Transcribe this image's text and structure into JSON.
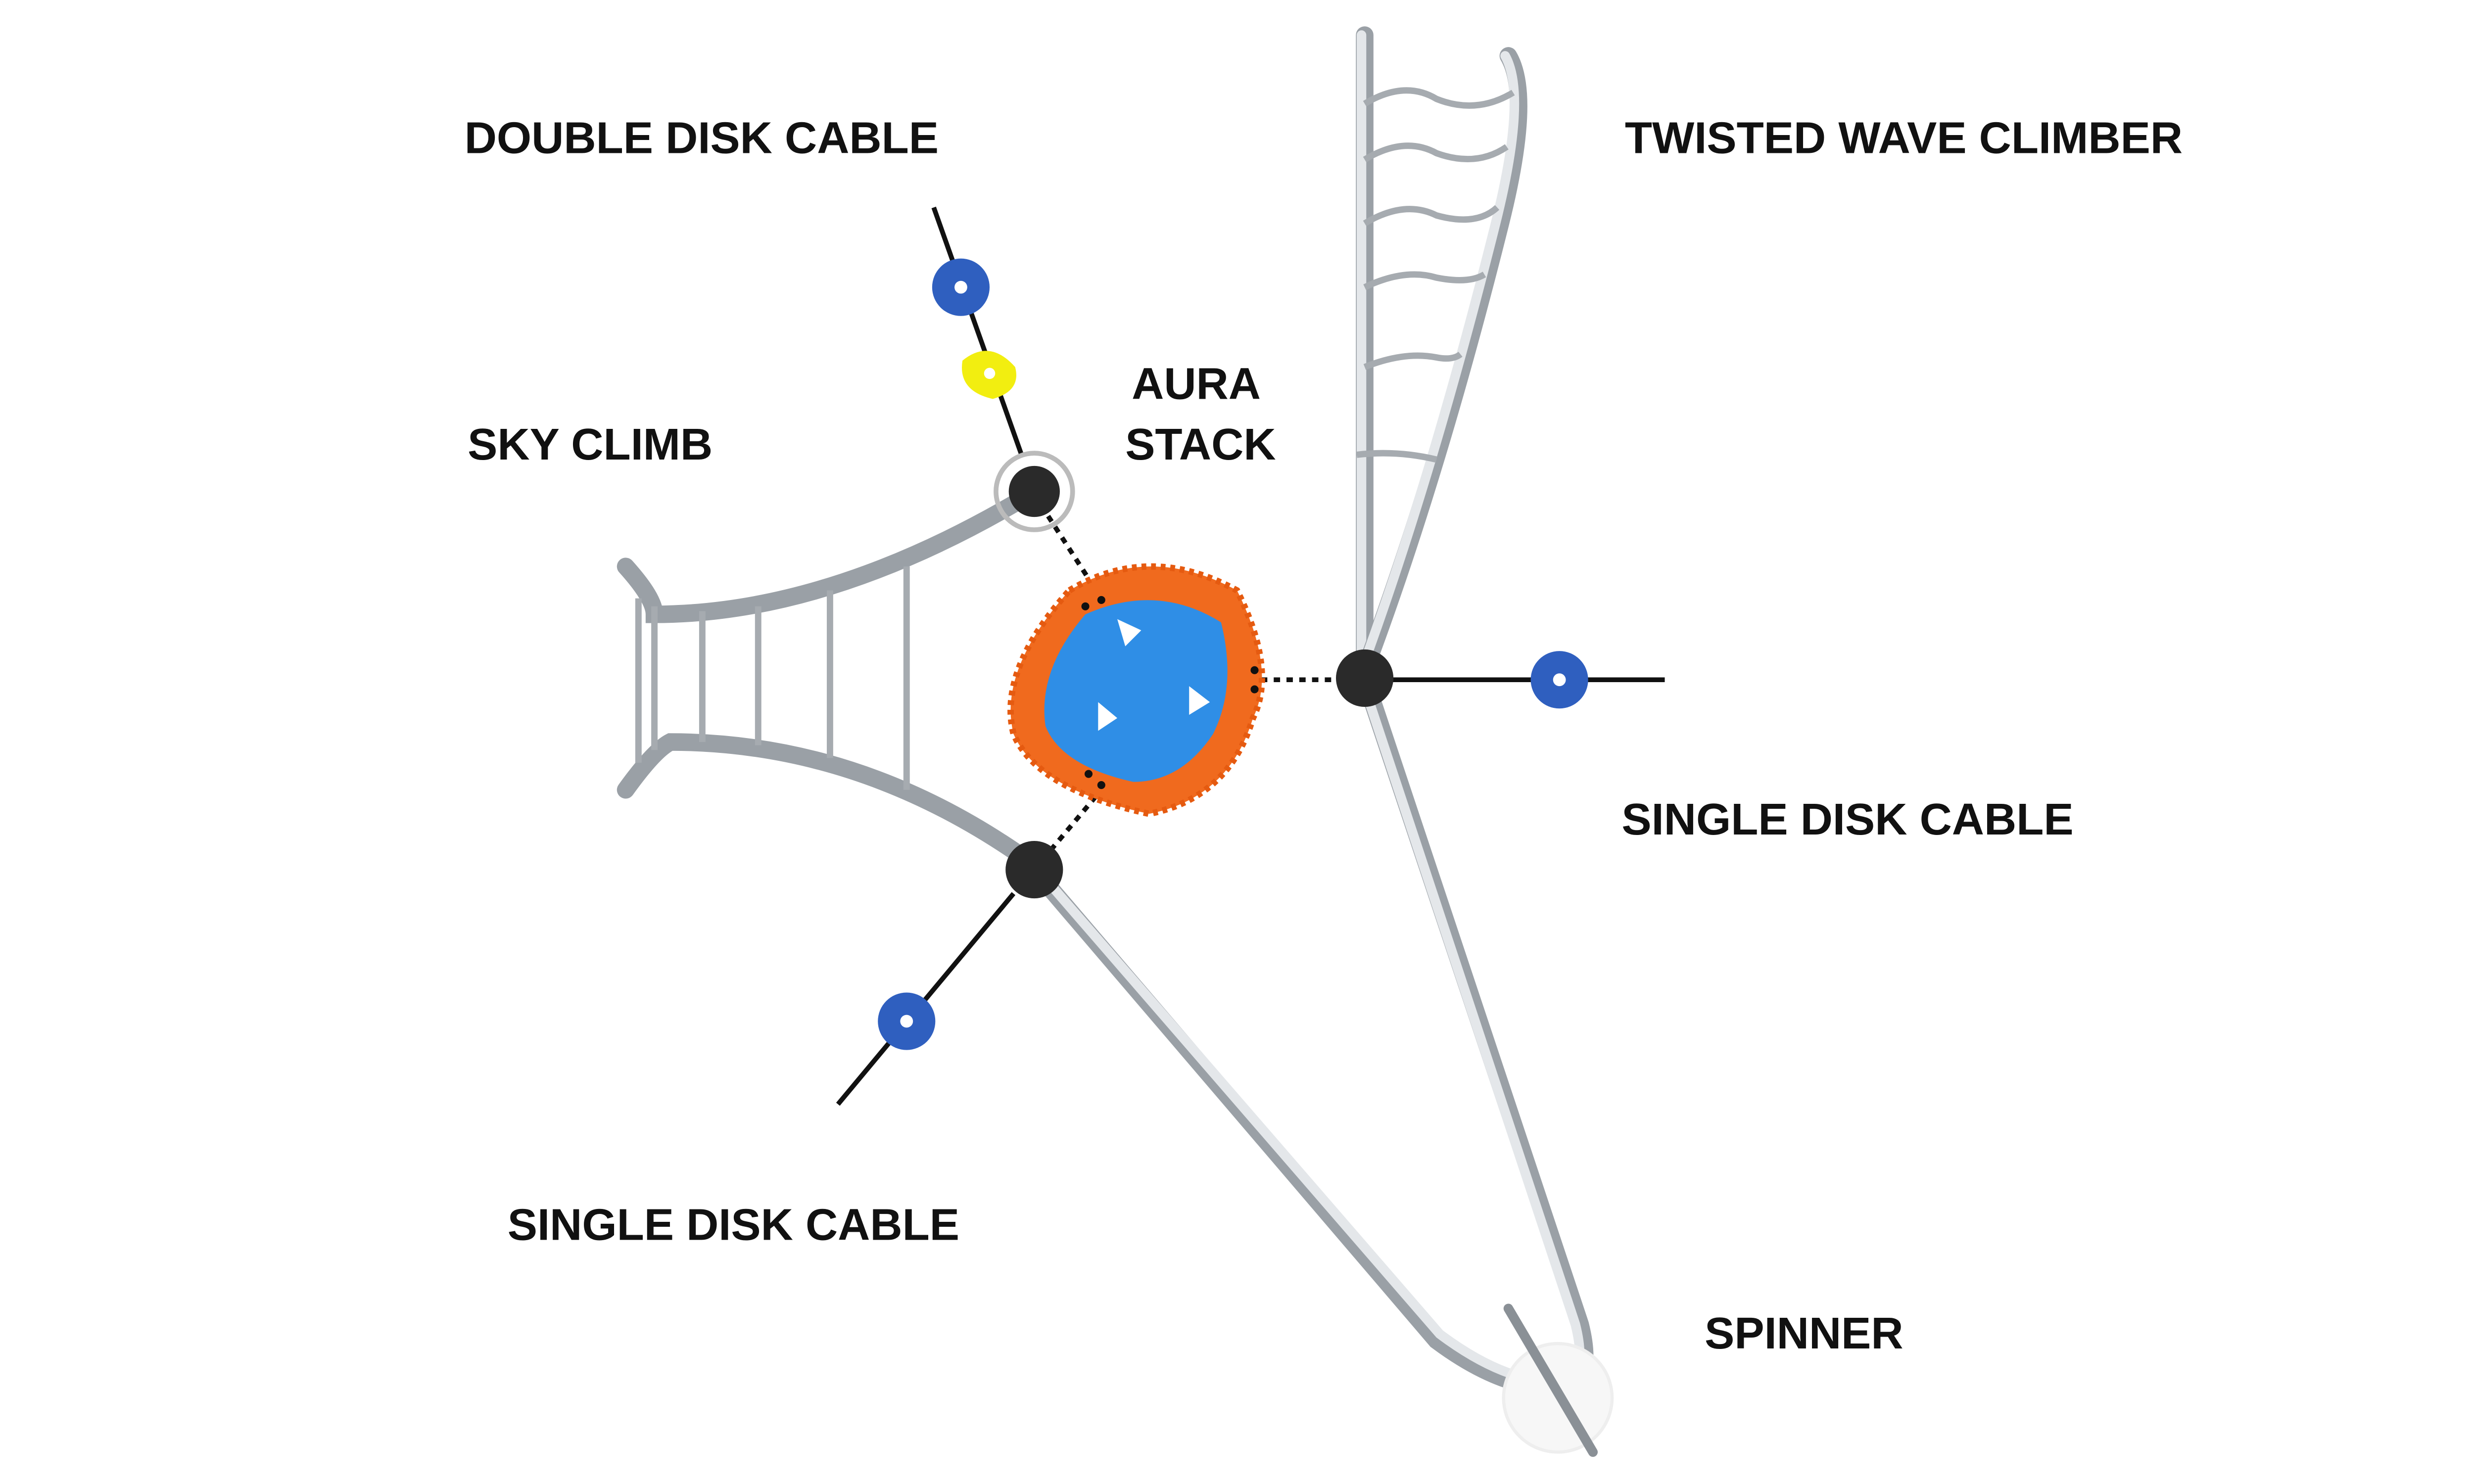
{
  "labels": {
    "double_disk_cable": "DOUBLE DISK CABLE",
    "twisted_wave_climber": "TWISTED WAVE CLIMBER",
    "sky_climb": "SKY CLIMB",
    "aura_stack_line1": "AURA",
    "aura_stack_line2": "STACK",
    "single_disk_cable_right": "SINGLE DISK CABLE",
    "single_disk_cable_left": "SINGLE DISK CABLE",
    "spinner": "SPINNER"
  },
  "colors": {
    "disk_blue": "#2f5fbf",
    "disk_yellow": "#f2ee10",
    "ring_orange": "#f06a1e",
    "panel_blue": "#2f8ee6",
    "pipe_gray": "#9aa0a6",
    "node_black": "#2a2a2a"
  }
}
